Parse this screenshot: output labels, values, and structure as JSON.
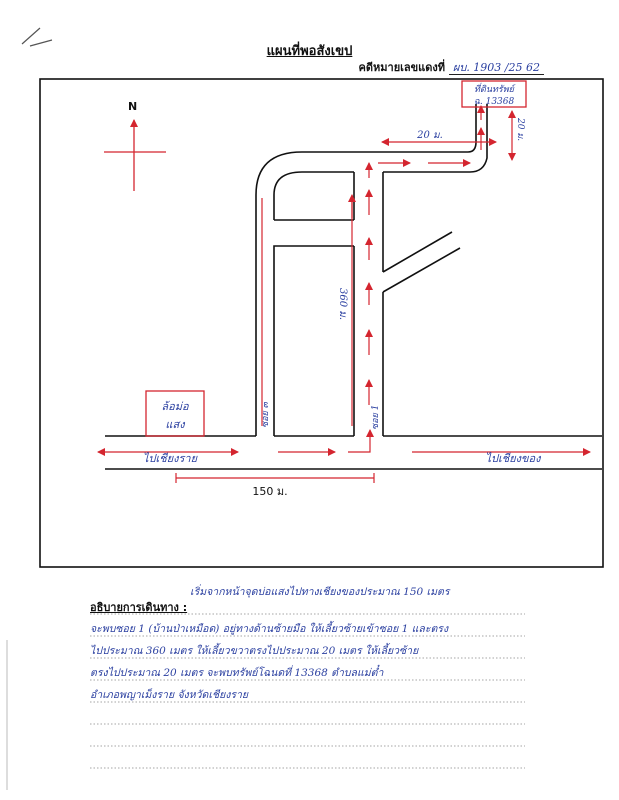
{
  "header": {
    "title": "แผนที่พอสังเขป",
    "case_label": "คดีหมายเลขแดงที่",
    "case_number": "ผบ. 1903 /25 62"
  },
  "map": {
    "north_label": "N",
    "target_box": {
      "line1": "ที่ดินทรัพย์",
      "line2": "ฉ. 13368"
    },
    "landmark_box": {
      "line1": "ล้อม่อ",
      "line2": "แสง"
    },
    "road_left_label": "ไปเชียงราย",
    "road_right_label": "ไปเชียงของ",
    "soi_left_label": "ซอย ๓",
    "soi_main_label": "ซอย 1",
    "dist_150": "150 ม.",
    "dist_360": "360 ม.",
    "dist_20_horizontal": "20 ม.",
    "dist_20_vertical": "20 ม."
  },
  "description": {
    "label": "อธิบายการเดินทาง :",
    "lines": [
      "เริ่มจากหน้าจุดบ่อแสงไปทางเชียงของประมาณ 150 เมตร",
      "จะพบซอย 1 (บ้านป่าเหมือด) อยู่ทางด้านซ้ายมือ ให้เลี้ยวซ้ายเข้าซอย 1 และตรง",
      "ไปประมาณ 360 เมตร ให้เลี้ยวขวาตรงไปประมาณ 20 เมตร ให้เลี้ยวซ้าย",
      "ตรงไปประมาณ 20 เมตร จะพบทรัพย์โฉนดที่ 13368 ตำบลแม่ต๋ำ",
      "อำเภอพญาเม็งราย จังหวัดเชียงราย"
    ]
  }
}
